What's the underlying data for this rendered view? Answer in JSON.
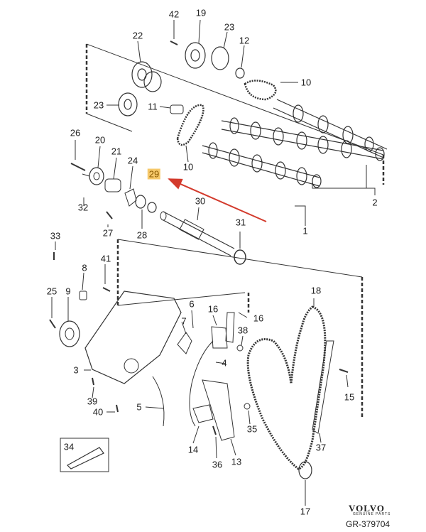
{
  "labels": [
    {
      "id": "42",
      "text": "42",
      "highlight": false
    },
    {
      "id": "19",
      "text": "19",
      "highlight": false
    },
    {
      "id": "23a",
      "text": "23",
      "highlight": false
    },
    {
      "id": "12",
      "text": "12",
      "highlight": false
    },
    {
      "id": "22",
      "text": "22",
      "highlight": false
    },
    {
      "id": "10a",
      "text": "10",
      "highlight": false
    },
    {
      "id": "23b",
      "text": "23",
      "highlight": false
    },
    {
      "id": "11",
      "text": "11",
      "highlight": false
    },
    {
      "id": "26",
      "text": "26",
      "highlight": false
    },
    {
      "id": "20",
      "text": "20",
      "highlight": false
    },
    {
      "id": "21",
      "text": "21",
      "highlight": false
    },
    {
      "id": "24",
      "text": "24",
      "highlight": false
    },
    {
      "id": "10b",
      "text": "10",
      "highlight": false
    },
    {
      "id": "29",
      "text": "29",
      "highlight": true
    },
    {
      "id": "2",
      "text": "2",
      "highlight": false
    },
    {
      "id": "32",
      "text": "32",
      "highlight": false
    },
    {
      "id": "30",
      "text": "30",
      "highlight": false
    },
    {
      "id": "27",
      "text": "27",
      "highlight": false
    },
    {
      "id": "28",
      "text": "28",
      "highlight": false
    },
    {
      "id": "31",
      "text": "31",
      "highlight": false
    },
    {
      "id": "1",
      "text": "1",
      "highlight": false
    },
    {
      "id": "33",
      "text": "33",
      "highlight": false
    },
    {
      "id": "41",
      "text": "41",
      "highlight": false
    },
    {
      "id": "8",
      "text": "8",
      "highlight": false
    },
    {
      "id": "18",
      "text": "18",
      "highlight": false
    },
    {
      "id": "25",
      "text": "25",
      "highlight": false
    },
    {
      "id": "9",
      "text": "9",
      "highlight": false
    },
    {
      "id": "6",
      "text": "6",
      "highlight": false
    },
    {
      "id": "16a",
      "text": "16",
      "highlight": false
    },
    {
      "id": "16b",
      "text": "16",
      "highlight": false
    },
    {
      "id": "7",
      "text": "7",
      "highlight": false
    },
    {
      "id": "38",
      "text": "38",
      "highlight": false
    },
    {
      "id": "4",
      "text": "4",
      "highlight": false
    },
    {
      "id": "3",
      "text": "3",
      "highlight": false
    },
    {
      "id": "15",
      "text": "15",
      "highlight": false
    },
    {
      "id": "39",
      "text": "39",
      "highlight": false
    },
    {
      "id": "5",
      "text": "5",
      "highlight": false
    },
    {
      "id": "40",
      "text": "40",
      "highlight": false
    },
    {
      "id": "35",
      "text": "35",
      "highlight": false
    },
    {
      "id": "34",
      "text": "34",
      "highlight": false
    },
    {
      "id": "14",
      "text": "14",
      "highlight": false
    },
    {
      "id": "37",
      "text": "37",
      "highlight": false
    },
    {
      "id": "36",
      "text": "36",
      "highlight": false
    },
    {
      "id": "13",
      "text": "13",
      "highlight": false
    },
    {
      "id": "17",
      "text": "17",
      "highlight": false
    }
  ],
  "brand": {
    "logo": "VOLVO",
    "tagline": "GENUINE PARTS",
    "reference": "GR-379704"
  },
  "colors": {
    "line": "#333333",
    "highlight_bg": "#f6c86a",
    "highlight_text": "#8a5a00",
    "arrow": "#d33a2c"
  }
}
